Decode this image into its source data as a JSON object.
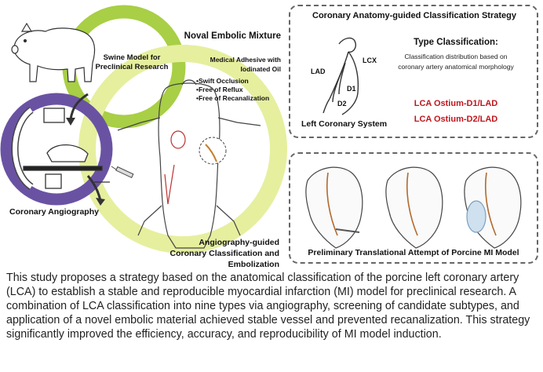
{
  "left": {
    "swine_model": "Swine Model for Preclinical Research",
    "embolic_title": "Noval Embolic Mixture",
    "embolic_sub": "Medical Adhesive with Iodinated Oil",
    "benefits": [
      "•Swift Occlusion",
      "•Free of Reflux",
      "•Free of Recanalization"
    ],
    "angiography": "Coronary Angiography",
    "classification": [
      "Angiography-guided",
      "Coronary Classification and Embolization"
    ]
  },
  "top_right": {
    "title": "Coronary Anatomy-guided Classification Strategy",
    "labels": {
      "lad": "LAD",
      "lcx": "LCX",
      "d1": "D1",
      "d2": "D2"
    },
    "system_label": "Left Coronary System",
    "type_title": "Type Classification:",
    "type_desc": [
      "Classification distribution based on",
      "coronary artery anatomical morphology"
    ],
    "types": [
      "LCA Ostium-D1/LAD",
      "LCA Ostium-D2/LAD"
    ]
  },
  "bottom_right": {
    "title": "Preliminary Translational Attempt of Porcine MI Model"
  },
  "caption": "This study proposes a strategy based on the anatomical classification of the porcine left coronary artery (LCA) to establish a stable and reproducible myocardial infarction (MI) model for preclinical research. A combination of LCA classification into nine types via angiography, screening of candidate subtypes, and application of a novel embolic material achieved stable vessel and prevented recanalization. This strategy significantly improved the efficiency, accuracy, and reproducibility of MI model induction.",
  "colors": {
    "green_ring": "#a8cf45",
    "light_ring": "#e6ef9e",
    "purple_ring": "#6a52a3",
    "red": "#c0161d"
  }
}
